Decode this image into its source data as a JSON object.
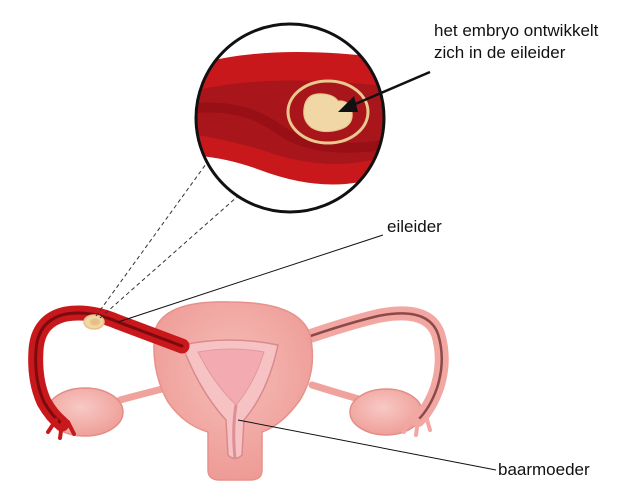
{
  "labels": {
    "embryo_line1": "het embryo ontwikkelt",
    "embryo_line2": "zich in de eileider",
    "fallopian_tube": "eileider",
    "uterus": "baarmoeder"
  },
  "colors": {
    "tube_red": "#c8181c",
    "tube_dark": "#8e0d12",
    "tissue_pink": "#f2a7a3",
    "tissue_light": "#f7c6c2",
    "embryo": "#f1d6a6",
    "background": "#ffffff"
  }
}
